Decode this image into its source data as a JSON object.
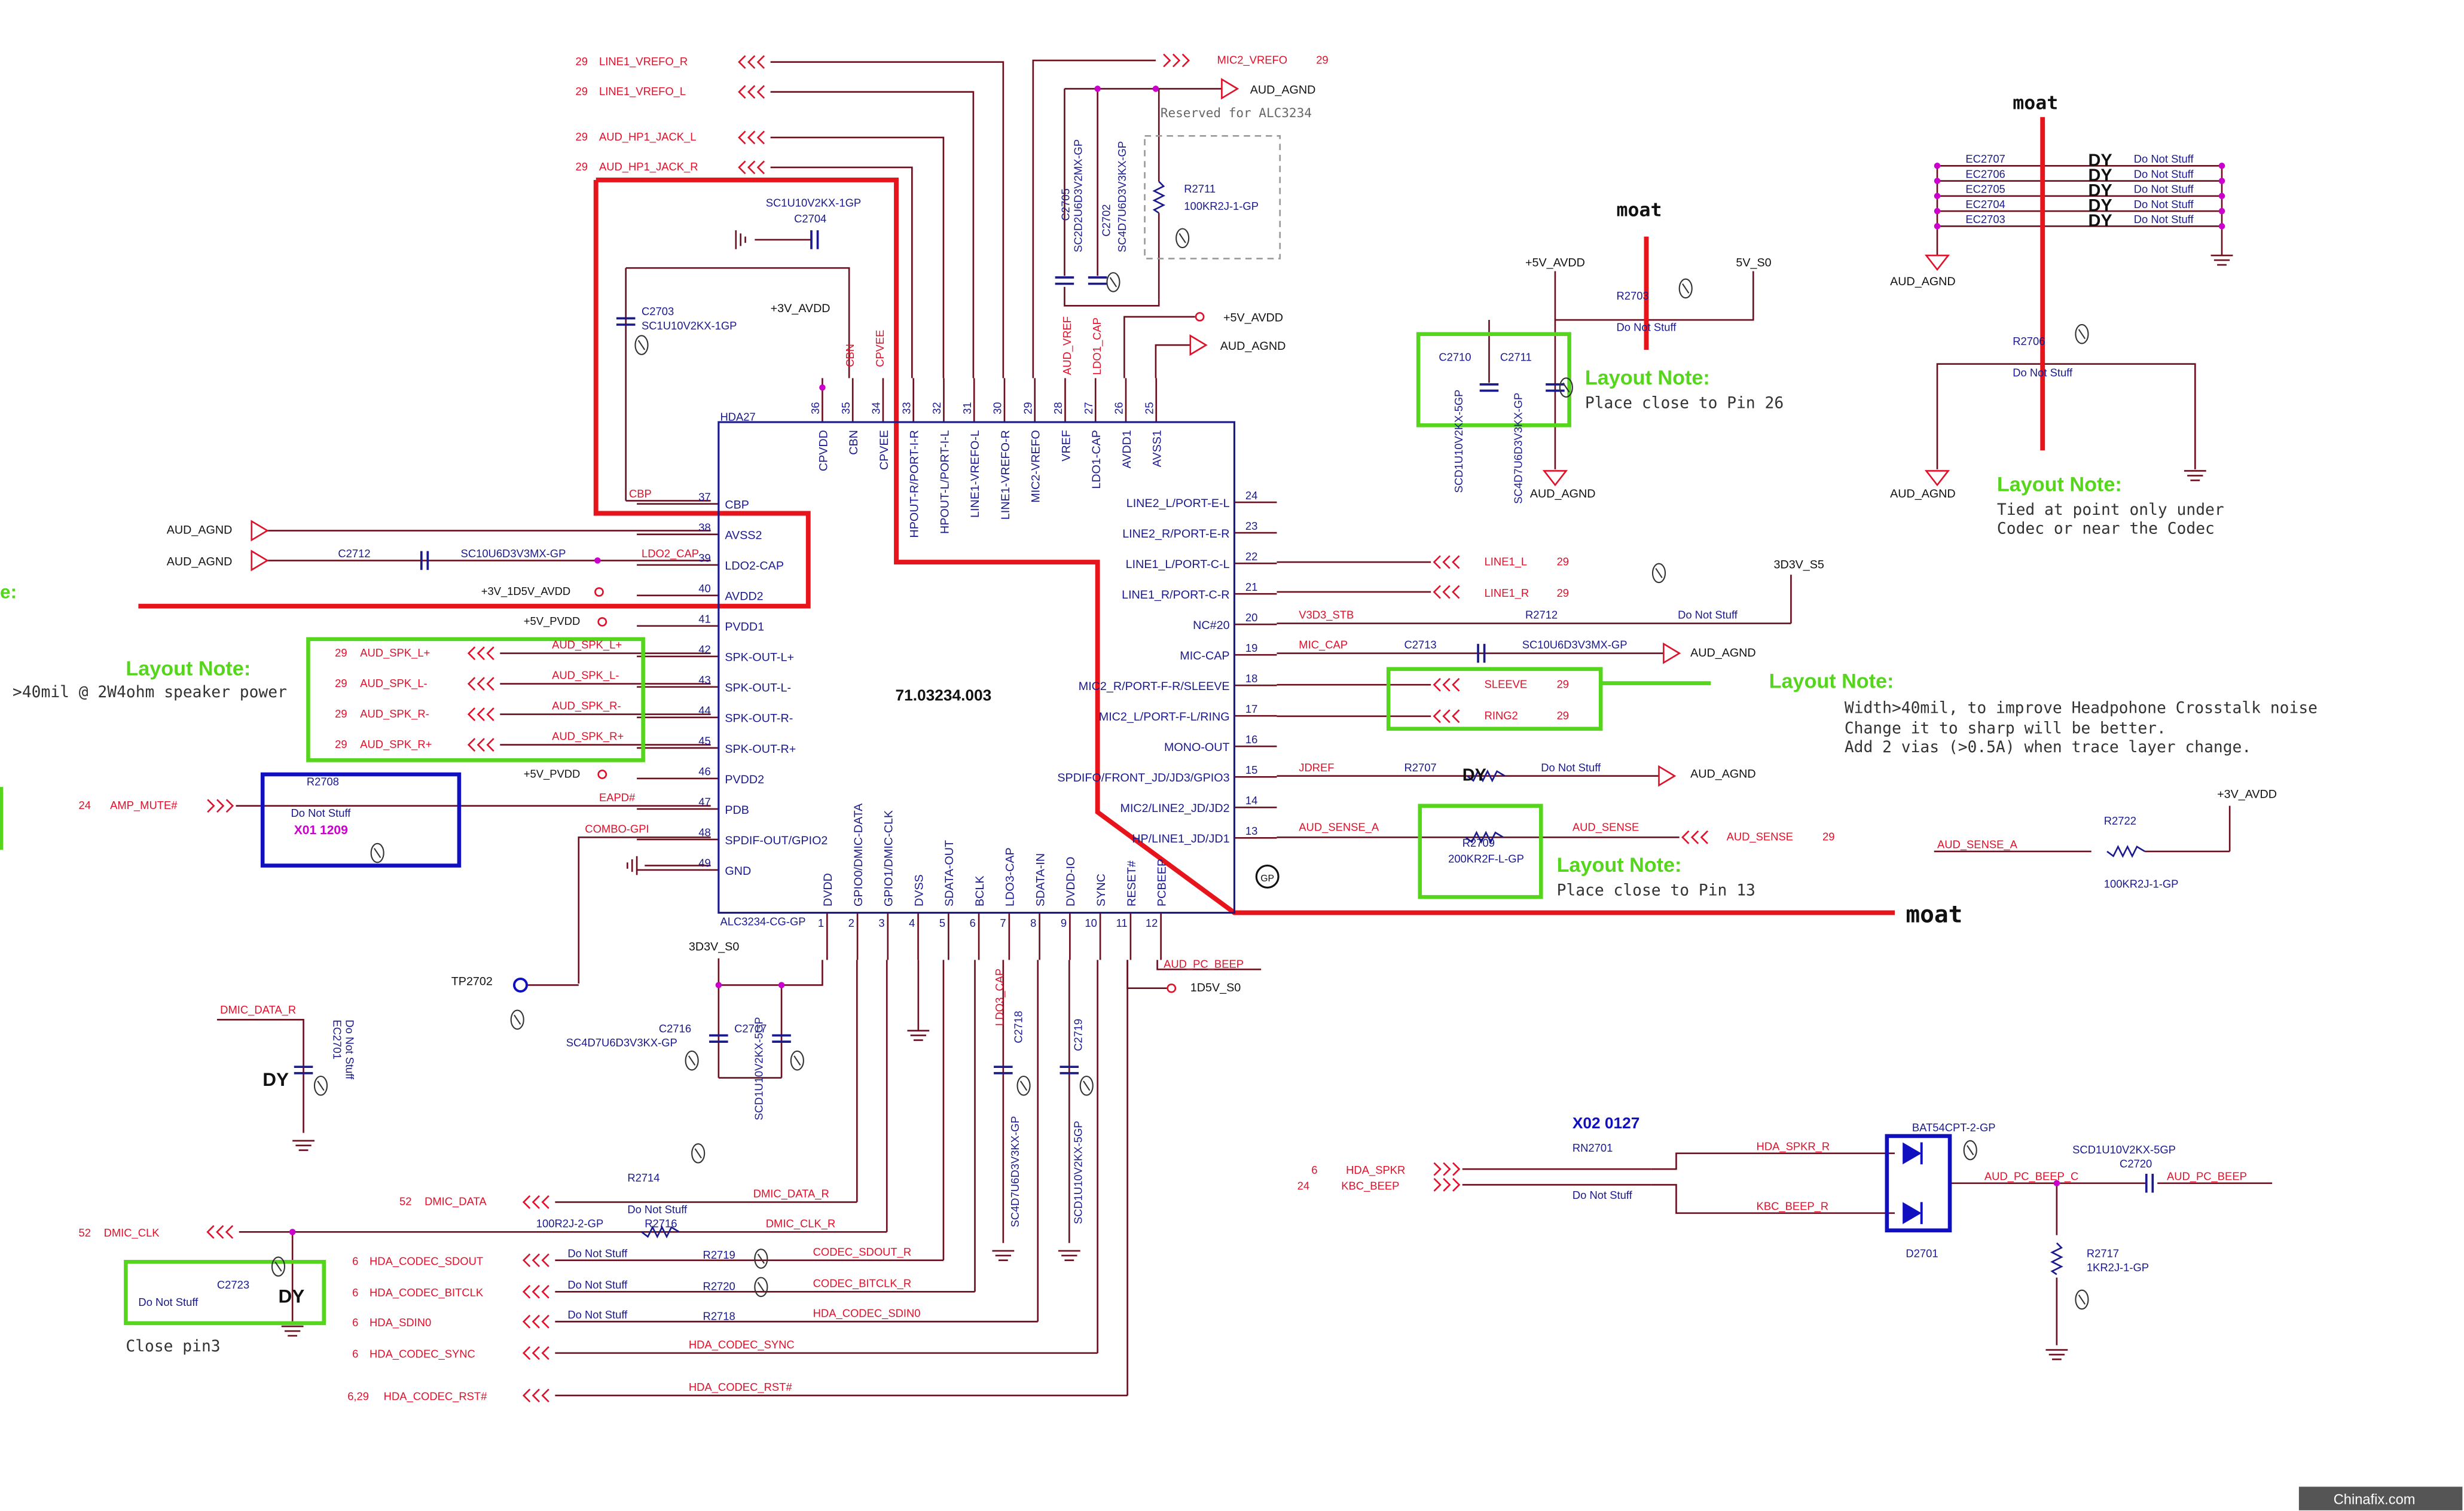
{
  "chip": {
    "name": "HDA27",
    "part": "71.03234.003",
    "ref": "ALC3234-CG-GP",
    "gp": "GP",
    "left_pins": [
      {
        "num": "37",
        "name": "CBP"
      },
      {
        "num": "38",
        "name": "AVSS2"
      },
      {
        "num": "39",
        "name": "LDO2-CAP"
      },
      {
        "num": "40",
        "name": "AVDD2"
      },
      {
        "num": "41",
        "name": "PVDD1"
      },
      {
        "num": "42",
        "name": "SPK-OUT-L+"
      },
      {
        "num": "43",
        "name": "SPK-OUT-L-"
      },
      {
        "num": "44",
        "name": "SPK-OUT-R-"
      },
      {
        "num": "45",
        "name": "SPK-OUT-R+"
      },
      {
        "num": "46",
        "name": "PVDD2"
      },
      {
        "num": "47",
        "name": "PDB"
      },
      {
        "num": "48",
        "name": "SPDIF-OUT/GPIO2"
      },
      {
        "num": "49",
        "name": "GND"
      }
    ],
    "right_pins": [
      {
        "num": "24",
        "name": "LINE2_L/PORT-E-L"
      },
      {
        "num": "23",
        "name": "LINE2_R/PORT-E-R"
      },
      {
        "num": "22",
        "name": "LINE1_L/PORT-C-L"
      },
      {
        "num": "21",
        "name": "LINE1_R/PORT-C-R"
      },
      {
        "num": "20",
        "name": "NC#20"
      },
      {
        "num": "19",
        "name": "MIC-CAP"
      },
      {
        "num": "18",
        "name": "MIC2_R/PORT-F-R/SLEEVE"
      },
      {
        "num": "17",
        "name": "MIC2_L/PORT-F-L/RING"
      },
      {
        "num": "16",
        "name": "MONO-OUT"
      },
      {
        "num": "15",
        "name": "SPDIFO/FRONT_JD/JD3/GPIO3"
      },
      {
        "num": "14",
        "name": "MIC2/LINE2_JD/JD2"
      },
      {
        "num": "13",
        "name": "HP/LINE1_JD/JD1"
      }
    ],
    "top_pins": [
      {
        "num": "36",
        "name": "CPVDD"
      },
      {
        "num": "35",
        "name": "CBN"
      },
      {
        "num": "34",
        "name": "CPVEE"
      },
      {
        "num": "33",
        "name": "HPOUT-R/PORT-I-R"
      },
      {
        "num": "32",
        "name": "HPOUT-L/PORT-I-L"
      },
      {
        "num": "31",
        "name": "LINE1-VREFO-L"
      },
      {
        "num": "30",
        "name": "LINE1-VREFO-R"
      },
      {
        "num": "29",
        "name": "MIC2-VREFO"
      },
      {
        "num": "28",
        "name": "VREF"
      },
      {
        "num": "27",
        "name": "LDO1-CAP"
      },
      {
        "num": "26",
        "name": "AVDD1"
      },
      {
        "num": "25",
        "name": "AVSS1"
      }
    ],
    "bottom_pins": [
      {
        "num": "1",
        "name": "DVDD"
      },
      {
        "num": "2",
        "name": "GPIO0/DMIC-DATA"
      },
      {
        "num": "3",
        "name": "GPIO1/DMIC-CLK"
      },
      {
        "num": "4",
        "name": "DVSS"
      },
      {
        "num": "5",
        "name": "SDATA-OUT"
      },
      {
        "num": "6",
        "name": "BCLK"
      },
      {
        "num": "7",
        "name": "LDO3-CAP"
      },
      {
        "num": "8",
        "name": "SDATA-IN"
      },
      {
        "num": "9",
        "name": "DVDD-IO"
      },
      {
        "num": "10",
        "name": "SYNC"
      },
      {
        "num": "11",
        "name": "RESET#"
      },
      {
        "num": "12",
        "name": "PCBEEP"
      }
    ]
  },
  "top_ports": [
    {
      "page": "29",
      "name": "LINE1_VREFO_R"
    },
    {
      "page": "29",
      "name": "LINE1_VREFO_L"
    },
    {
      "page": "29",
      "name": "AUD_HP1_JACK_L"
    },
    {
      "page": "29",
      "name": "AUD_HP1_JACK_R"
    }
  ],
  "top_right": {
    "mic2_vrefo": "MIC2_VREFO",
    "mic2_page": "29",
    "aud_agnd": "AUD_AGND",
    "reserved": "Reserved for ALC3234",
    "r2711": "R2711",
    "r2711_val": "100KR2J-1-GP",
    "c2705": "C2705",
    "c2705_val": "SC2D2U6D3V2MX-GP",
    "c2702": "C2702",
    "c2702_val": "SC4D7U6D3V3KX-GP",
    "aud_vref": "AUD_VREF",
    "ldo1_cap": "LDO1_CAP",
    "p5v_avdd": "+5V_AVDD",
    "aud_agnd2": "AUD_AGND"
  },
  "top_caps": {
    "c2704": "C2704",
    "c2704_val": "SC1U10V2KX-1GP",
    "c2703": "C2703",
    "c2703_val": "SC1U10V2KX-1GP",
    "p3v_avdd": "+3V_AVDD",
    "cbn": "CBN",
    "cpvee": "CPVEE",
    "cbp": "CBP"
  },
  "left_side": {
    "aud_agnd1": "AUD_AGND",
    "aud_agnd2": "AUD_AGND",
    "c2712": "C2712",
    "c2712_val": "SC10U6D3V3MX-GP",
    "ldo2_cap": "LDO2_CAP",
    "avdd_net": "+3V_1D5V_AVDD",
    "pvdd1": "+5V_PVDD",
    "pvdd2": "+5V_PVDD",
    "layout_note": "Layout Note:",
    "speaker_note": ">40mil @ 2W4ohm speaker power",
    "spk": [
      {
        "page": "29",
        "name": "AUD_SPK_L+"
      },
      {
        "page": "29",
        "name": "AUD_SPK_L-"
      },
      {
        "page": "29",
        "name": "AUD_SPK_R-"
      },
      {
        "page": "29",
        "name": "AUD_SPK_R+"
      }
    ],
    "amp_page": "24",
    "amp_mute": "AMP_MUTE#",
    "r2708": "R2708",
    "r2708_dns": "Do Not Stuff",
    "x01": "X01 1209",
    "eapd": "EAPD#",
    "combo_gpi": "COMBO-GPI",
    "edge_label": "e:"
  },
  "right_side": {
    "line1_l": "LINE1_L",
    "line1_r": "LINE1_R",
    "page29": "29",
    "v3d3_stb": "V3D3_STB",
    "r2712": "R2712",
    "r2712_dns": "Do Not Stuff",
    "s5": "3D3V_S5",
    "mic_cap": "MIC_CAP",
    "c2713": "C2713",
    "c2713_val": "SC10U6D3V3MX-GP",
    "aud_agnd": "AUD_AGND",
    "sleeve": "SLEEVE",
    "ring2": "RING2",
    "note_title": "Layout Note:",
    "note_line1": "Width>40mil, to improve Headpohone Crosstalk noise",
    "note_line2": "Change it to sharp will be better.",
    "note_line3": "Add 2 vias (>0.5A) when trace layer change.",
    "jdref": "JDREF",
    "r2707": "R2707",
    "r2707_dy": "DY",
    "r2707_dns": "Do Not Stuff",
    "aud_agnd3": "AUD_AGND",
    "aud_sense_a": "AUD_SENSE_A",
    "r2709": "R2709",
    "r2709_val": "200KR2F-L-GP",
    "aud_sense": "AUD_SENSE",
    "aud_sense_port": "AUD_SENSE",
    "note2_title": "Layout Note:",
    "note2_text": "Place close to Pin 13",
    "moat": "moat",
    "r2722": "R2722",
    "r2722_val": "100KR2J-1-GP",
    "p3v_avdd": "+3V_AVDD",
    "aud_sense_a2": "AUD_SENSE_A"
  },
  "top_middle": {
    "moat": "moat",
    "p5v_avdd": "+5V_AVDD",
    "s0": "5V_S0",
    "r2703": "R2703",
    "r2703_dns": "Do Not Stuff",
    "c2710": "C2710",
    "c2710_val": "SCD1U10V2KX-5GP",
    "c2711": "C2711",
    "c2711_val": "SC4D7U6D3V3KX-GP",
    "note_title": "Layout Note:",
    "note_text": "Place close to Pin 26",
    "aud_agnd": "AUD_AGND"
  },
  "top_far_right": {
    "moat": "moat",
    "caps": [
      {
        "ref": "EC2707",
        "dy": "DY",
        "dns": "Do Not Stuff"
      },
      {
        "ref": "EC2706",
        "dy": "DY",
        "dns": "Do Not Stuff"
      },
      {
        "ref": "EC2705",
        "dy": "DY",
        "dns": "Do Not Stuff"
      },
      {
        "ref": "EC2704",
        "dy": "DY",
        "dns": "Do Not Stuff"
      },
      {
        "ref": "EC2703",
        "dy": "DY",
        "dns": "Do Not Stuff"
      }
    ],
    "aud_agnd": "AUD_AGND",
    "r2706": "R2706",
    "r2706_dns": "Do Not Stuff",
    "aud_agnd2": "AUD_AGND",
    "note_title": "Layout Note:",
    "note_line1": "Tied at point only under",
    "note_line2": "Codec or near the Codec"
  },
  "bottom": {
    "s0_3d3v": "3D3V_S0",
    "tp2702": "TP2702",
    "c2716": "C2716",
    "c2716_val": "SC4D7U6D3V3KX-GP",
    "c2717": "C2717",
    "c2717_val": "SCD1U10V2KX-5GP",
    "ldo3_cap": "LDO3_CAP",
    "c2718": "C2718",
    "c2718_val": "SC4D7U6D3V3KX-GP",
    "c2719": "C2719",
    "c2719_val": "SCD1U10V2KX-5GP",
    "aud_pc_beep": "AUD_PC_BEEP",
    "s0_1d5v": "1D5V_S0",
    "dmic_data_r": "DMIC_DATA_R",
    "ec2701": "EC2701",
    "ec2701_dns": "Do Not Stuff",
    "dy1": "DY",
    "r2714": "R2714",
    "r2716": "R2716",
    "r2716_dns": "Do Not Stuff",
    "r2716_val": "100R2J-2-GP",
    "dmic_data_page": "52",
    "dmic_data": "DMIC_DATA",
    "dmic_clk_page": "52",
    "dmic_clk": "DMIC_CLK",
    "dmic_data_r2": "DMIC_DATA_R",
    "dmic_clk_r": "DMIC_CLK_R",
    "c2723": "C2723",
    "c2723_dns": "Do Not Stuff",
    "dy2": "DY",
    "close_pin3": "Close pin3",
    "hda": [
      {
        "page": "6",
        "name": "HDA_CODEC_SDOUT",
        "res": "R2719",
        "dns": "Do Not Stuff",
        "net": "CODEC_SDOUT_R"
      },
      {
        "page": "6",
        "name": "HDA_CODEC_BITCLK",
        "res": "R2720",
        "dns": "Do Not Stuff",
        "net": "CODEC_BITCLK_R"
      },
      {
        "page": "6",
        "name": "HDA_SDIN0",
        "res": "R2718",
        "dns": "Do Not Stuff",
        "net": "HDA_CODEC_SDIN0"
      },
      {
        "page": "6",
        "name": "HDA_CODEC_SYNC",
        "res": "",
        "dns": "",
        "net": "HDA_CODEC_SYNC"
      },
      {
        "page": "6,29",
        "name": "HDA_CODEC_RST#",
        "res": "",
        "dns": "",
        "net": "HDA_CODEC_RST#"
      }
    ]
  },
  "beep": {
    "x02": "X02 0127",
    "rn2701": "RN2701",
    "rn_dns": "Do Not Stuff",
    "hda_spkr_page": "6",
    "hda_spkr": "HDA_SPKR",
    "kbc_beep_page": "24",
    "kbc_beep": "KBC_BEEP",
    "hda_spkr_r": "HDA_SPKR_R",
    "kbc_beep_r": "KBC_BEEP_R",
    "bat54": "BAT54CPT-2-GP",
    "d2701": "D2701",
    "c2720": "C2720",
    "c2720_val": "SCD1U10V2KX-5GP",
    "aud_pc_beep_c": "AUD_PC_BEEP_C",
    "aud_pc_beep": "AUD_PC_BEEP",
    "r2717": "R2717",
    "r2717_val": "1KR2J-1-GP"
  },
  "watermark": "Chinafix.com",
  "colors": {
    "wire": "#6b0f1f",
    "net": "#e0102a",
    "pin": "#1a1a8c",
    "moat": "#e8141c",
    "note": "#55d61c",
    "magenta": "#cc00cc"
  }
}
